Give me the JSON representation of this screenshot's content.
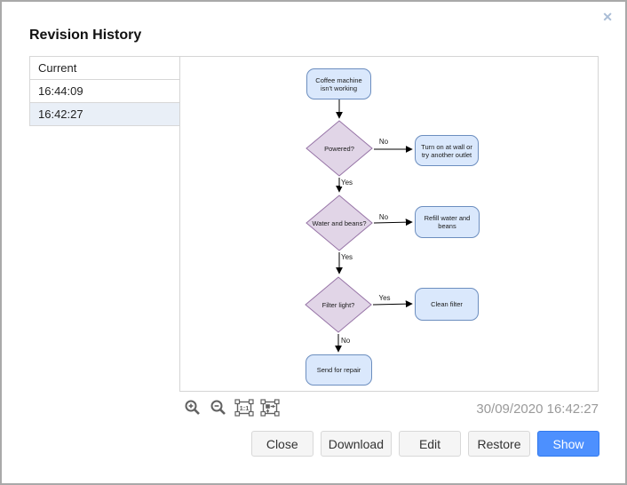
{
  "dialog": {
    "title": "Revision History",
    "close_icon": "✕"
  },
  "revision_list": {
    "items": [
      {
        "label": "Current",
        "selected": false
      },
      {
        "label": "16:44:09",
        "selected": false
      },
      {
        "label": "16:42:27",
        "selected": true
      }
    ]
  },
  "diagram": {
    "nodes": [
      {
        "id": "start",
        "type": "rounded",
        "label": "Coffee machine isn't working"
      },
      {
        "id": "powered",
        "type": "diamond",
        "label": "Powered?"
      },
      {
        "id": "turn-on",
        "type": "rounded",
        "label": "Turn on at wall or try another outlet"
      },
      {
        "id": "water",
        "type": "diamond",
        "label": "Water and beans?"
      },
      {
        "id": "refill",
        "type": "rounded",
        "label": "Refill water and beans"
      },
      {
        "id": "filter",
        "type": "diamond",
        "label": "Filter light?"
      },
      {
        "id": "clean",
        "type": "rounded",
        "label": "Clean filter"
      },
      {
        "id": "repair",
        "type": "rounded",
        "label": "Send for repair"
      }
    ],
    "edges": [
      {
        "from": "start",
        "to": "powered",
        "label": ""
      },
      {
        "from": "powered",
        "to": "turn-on",
        "label": "No"
      },
      {
        "from": "powered",
        "to": "water",
        "label": "Yes"
      },
      {
        "from": "water",
        "to": "refill",
        "label": "No"
      },
      {
        "from": "water",
        "to": "filter",
        "label": "Yes"
      },
      {
        "from": "filter",
        "to": "clean",
        "label": "Yes"
      },
      {
        "from": "filter",
        "to": "repair",
        "label": "No"
      }
    ],
    "colors": {
      "process_fill": "#dae8fc",
      "process_stroke": "#6c8ebf",
      "decision_fill": "#e1d5e7",
      "decision_stroke": "#9673a6",
      "arrow": "#000000"
    }
  },
  "toolbar": {
    "icons": [
      "zoom-in",
      "zoom-out",
      "actual-size",
      "fit-page"
    ],
    "actual_size_label": "1:1",
    "timestamp": "30/09/2020 16:42:27"
  },
  "footer": {
    "buttons": [
      {
        "label": "Close",
        "primary": false
      },
      {
        "label": "Download",
        "primary": false
      },
      {
        "label": "Edit",
        "primary": false
      },
      {
        "label": "Restore",
        "primary": false
      },
      {
        "label": "Show",
        "primary": true
      }
    ],
    "primary_color": "#4d90fe"
  },
  "colors": {
    "selected_row": "#e9eff7",
    "dialog_border": "#a9a9a9"
  }
}
